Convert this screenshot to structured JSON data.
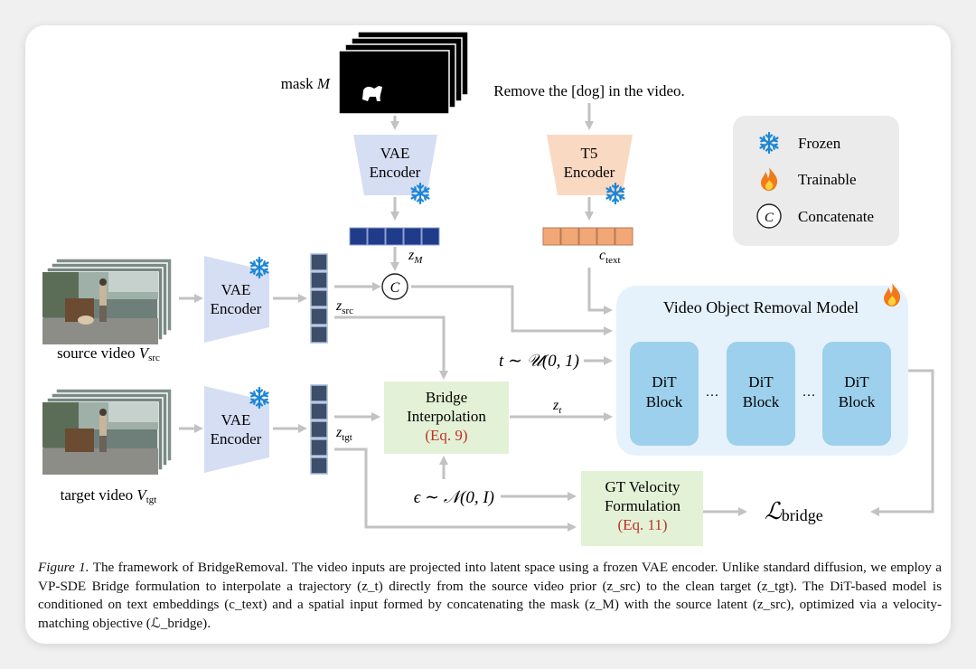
{
  "labels": {
    "mask": "mask",
    "mask_sym": "M",
    "prompt": "Remove the [dog] in the video.",
    "vae_encoder_line1": "VAE",
    "vae_encoder_line2": "Encoder",
    "t5_line1": "T5",
    "t5_line2": "Encoder",
    "z_m_main": "z",
    "z_m_sub": "M",
    "c_text_main": "c",
    "c_text_sub": "text",
    "z_src_main": "z",
    "z_src_sub": "src",
    "z_tgt_main": "z",
    "z_tgt_sub": "tgt",
    "z_t_main": "z",
    "z_t_sub": "t",
    "concat_symbol": "C",
    "source_video": "source video ",
    "source_video_sym": "V",
    "source_video_sub": "src",
    "target_video": "target video ",
    "target_video_sym": "V",
    "target_video_sub": "tgt",
    "time_sampling": "t ∼ 𝒰(0, 1)",
    "noise_sampling": "ϵ ∼ 𝒩(0, I)",
    "bridge_line1": "Bridge",
    "bridge_line2": "Interpolation",
    "bridge_eq": "(Eq. 9)",
    "gt_line1": "GT Velocity",
    "gt_line2": "Formulation",
    "gt_eq": "(Eq. 11)",
    "model_title": "Video Object Removal Model",
    "dit_line1": "DiT",
    "dit_line2": "Block",
    "ellipsis": "···",
    "loss_main": "ℒ",
    "loss_sub": "bridge"
  },
  "legend": {
    "frozen": "Frozen",
    "trainable": "Trainable",
    "concatenate": "Concatenate",
    "concat_symbol": "C"
  },
  "caption": {
    "figure_label": "Figure 1.",
    "text": "The framework of BridgeRemoval. The video inputs are projected into latent space using a frozen VAE encoder. Unlike standard diffusion, we employ a VP-SDE Bridge formulation to interpolate a trajectory (z_t) directly from the source video prior (z_src) to the clean target (z_tgt). The DiT-based model is conditioned on text embeddings (c_text) and a spatial input formed by concatenating the mask (z_M) with the source latent (z_src), optimized via a velocity-matching objective (ℒ_bridge)."
  },
  "colors": {
    "vae_blue": "#d6def4",
    "latent_src_fill": "#3b4f6a",
    "latent_src_border": "#a9b9d9",
    "latent_mask": "#1f3b8a",
    "text_token": "#f2a777",
    "t5_orange": "#fad9c2",
    "bridge_green": "#e3f2d6",
    "model_bg": "#e6f2fb",
    "dit_block": "#9dd0ec",
    "legend_bg": "#ebebeb",
    "arrow": "#c2c2c2",
    "eq_red": "#c0302a",
    "snow_blue": "#1c86d6",
    "fire_orange": "#f07a1a"
  }
}
